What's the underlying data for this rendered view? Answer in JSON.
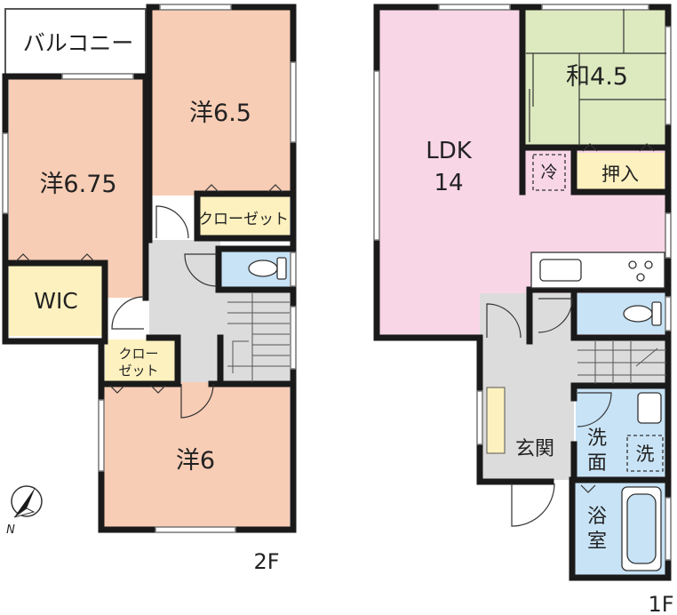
{
  "floor2": {
    "label": "2F",
    "rooms": {
      "balcony": "バルコニー",
      "western_675": "洋6.75",
      "western_65": "洋6.5",
      "western_6": "洋6",
      "wic": "WIC",
      "closet_a": "クローゼット",
      "closet_b_line1": "クロー",
      "closet_b_line2": "ゼット"
    }
  },
  "floor1": {
    "label": "1F",
    "rooms": {
      "ldk_line1": "LDK",
      "ldk_line2": "14",
      "japanese": "和4.5",
      "oshiire": "押入",
      "fridge": "冷",
      "entrance": "玄関",
      "washroom_line1": "洗",
      "washroom_line2": "面",
      "washer": "洗",
      "bath_line1": "浴",
      "bath_line2": "室"
    }
  },
  "compass": {
    "label": "N"
  },
  "colors": {
    "western": "#f8cdb5",
    "ldk": "#f8d6e6",
    "japanese": "#dde9bf",
    "storage": "#fdf1bf",
    "wet": "#c8e3f6",
    "hall": "#dcdcdc",
    "wall": "#1a1a1a"
  }
}
